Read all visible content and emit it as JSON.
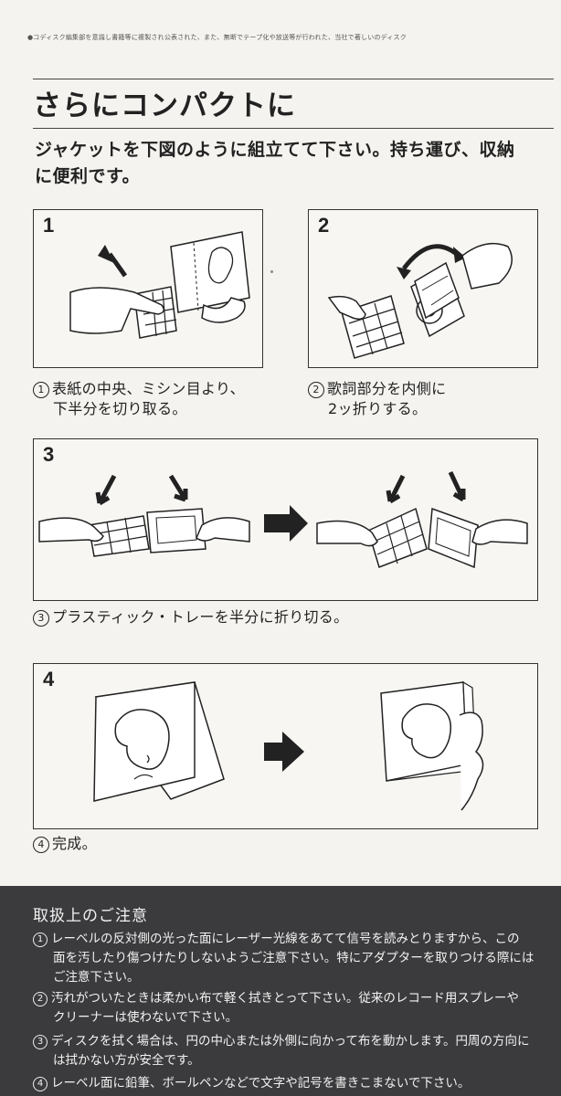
{
  "header": {
    "fine_print": "●コディスク編集部を意識し書籍等に複製され公表された、また、無断でテープ化や放送等が行われた、当社で著しいのディスク"
  },
  "title": "さらにコンパクトに",
  "intro": {
    "line1": "ジャケットを下図のように組立てて下さい。持ち運び、収納",
    "line2": "に便利です。"
  },
  "steps": [
    {
      "num": "1",
      "circle": "1",
      "line1": "表紙の中央、ミシン目より、",
      "line2": "下半分を切り取る。"
    },
    {
      "num": "2",
      "circle": "2",
      "line1": "歌詞部分を内側に",
      "line2": "2ッ折りする。"
    },
    {
      "num": "3",
      "circle": "3",
      "line1": "プラスティック・トレーを半分に折り切る。",
      "line2": ""
    },
    {
      "num": "4",
      "circle": "4",
      "line1": "完成。",
      "line2": ""
    }
  ],
  "notes": {
    "title": "取扱上のご注意",
    "items": [
      {
        "circle": "1",
        "line1": "レーベルの反対側の光った面にレーザー光線をあてて信号を読みとりますから、この",
        "line2": "面を汚したり傷つけたりしないようご注意下さい。特にアダプターを取りつける際には",
        "line3": "ご注意下さい。"
      },
      {
        "circle": "2",
        "line1": "汚れがついたときは柔かい布で軽く拭きとって下さい。従来のレコード用スプレーや",
        "line2": "クリーナーは使わないで下さい。",
        "line3": ""
      },
      {
        "circle": "3",
        "line1": "ディスクを拭く場合は、円の中心または外側に向かって布を動かします。円周の方向に",
        "line2": "は拭かない方が安全です。",
        "line3": ""
      },
      {
        "circle": "4",
        "line1": "レーベル面に鉛筆、ボールペンなどで文字や記号を書きこまないで下さい。",
        "line2": "",
        "line3": ""
      }
    ]
  }
}
